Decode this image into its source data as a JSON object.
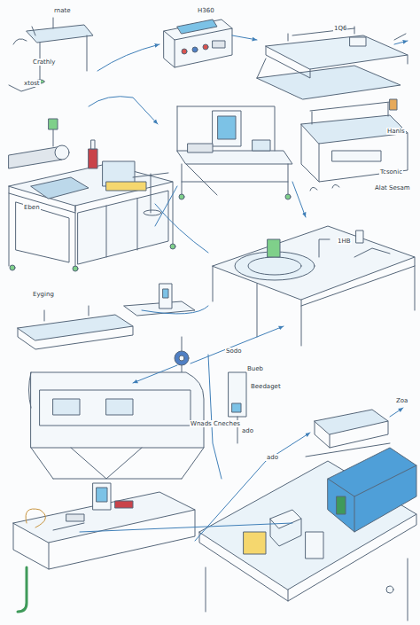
{
  "diagram": {
    "labels": [
      "rnate",
      "Crathly",
      "xtost",
      "H360",
      "1Q6",
      "Eben",
      "Hanls",
      "Tcsonic",
      "Alat Sesam",
      "1HB",
      "Eyging",
      "Wnads Cneches",
      "Sodo",
      "Bueb",
      "Beedaget",
      "ado",
      "Zoa",
      "ado"
    ]
  }
}
